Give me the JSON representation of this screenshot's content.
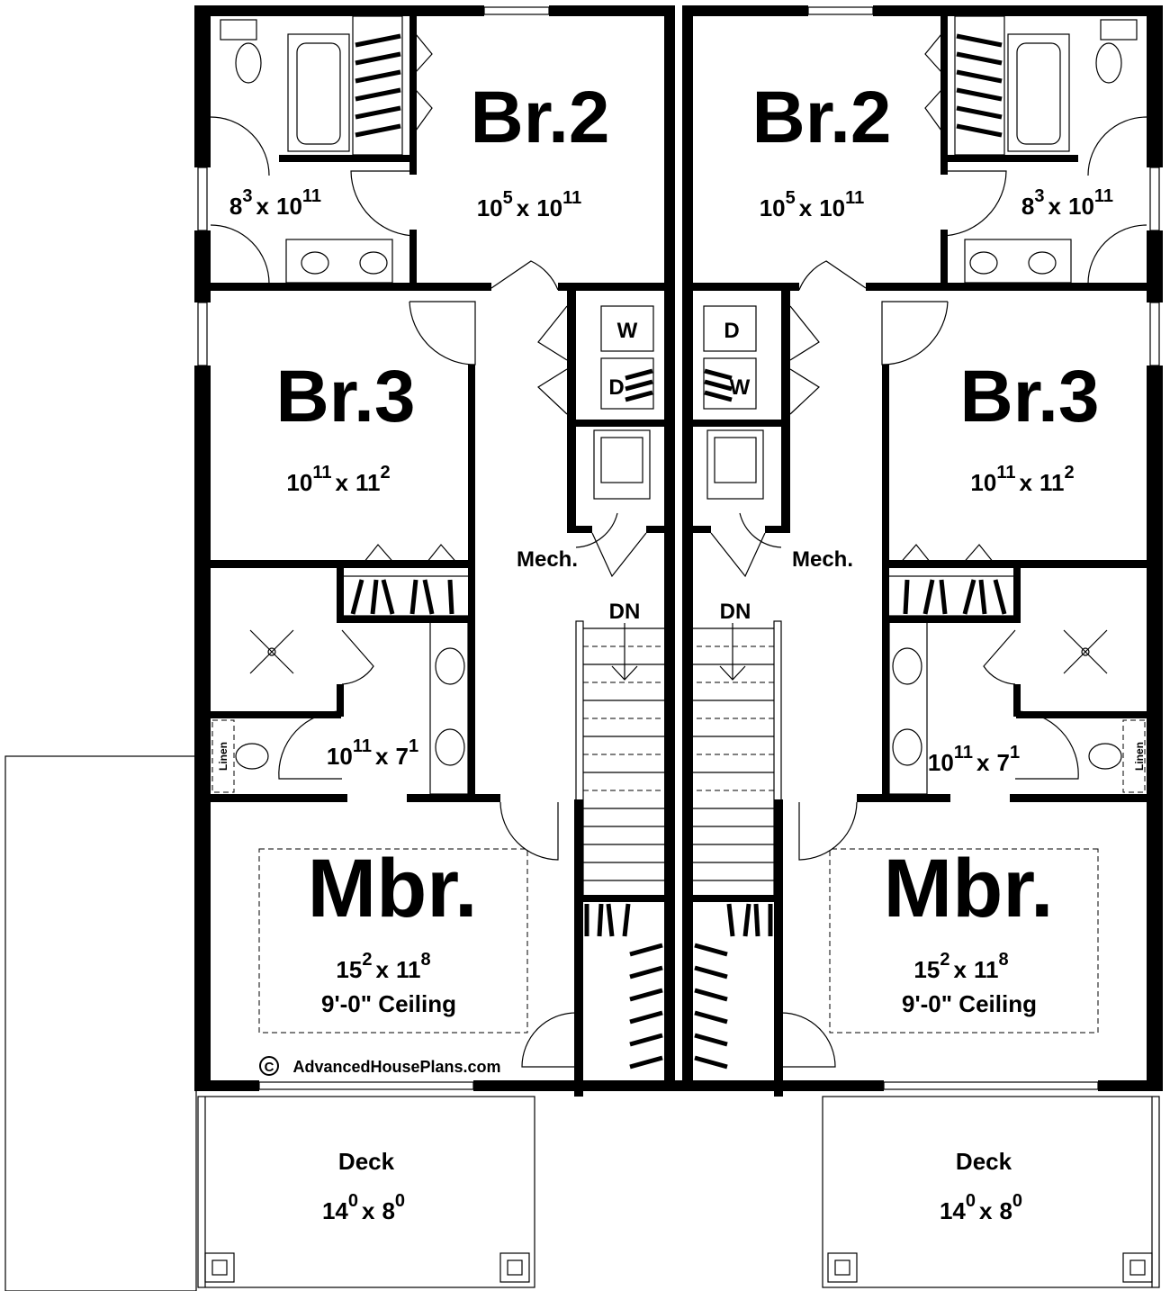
{
  "units": [
    {
      "br2": {
        "name": "Br.2",
        "dims": {
          "w": "10",
          "w_in": "5",
          "sep": "x",
          "d": "10",
          "d_in": "11"
        }
      },
      "bath_upper": {
        "dims": {
          "w": "8",
          "w_in": "3",
          "sep": "x",
          "d": "10",
          "d_in": "11"
        }
      },
      "br3": {
        "name": "Br.3",
        "dims": {
          "w": "10",
          "w_in": "11",
          "sep": "x",
          "d": "11",
          "d_in": "2"
        }
      },
      "bath_master": {
        "dims": {
          "w": "10",
          "w_in": "11",
          "sep": "x",
          "d": "7",
          "d_in": "1"
        }
      },
      "linen": "Linen",
      "washer": "W",
      "dryer": "D",
      "mech": "Mech.",
      "stairs": "DN",
      "mbr": {
        "name": "Mbr.",
        "dims": {
          "w": "15",
          "w_in": "2",
          "sep": "x",
          "d": "11",
          "d_in": "8"
        },
        "ceiling": "9'-0\" Ceiling"
      },
      "deck": {
        "name": "Deck",
        "dims": {
          "w": "14",
          "w_in": "0",
          "sep": "x",
          "d": "8",
          "d_in": "0"
        }
      }
    },
    {
      "br2": {
        "name": "Br.2",
        "dims": {
          "w": "10",
          "w_in": "5",
          "sep": "x",
          "d": "10",
          "d_in": "11"
        }
      },
      "bath_upper": {
        "dims": {
          "w": "8",
          "w_in": "3",
          "sep": "x",
          "d": "10",
          "d_in": "11"
        }
      },
      "br3": {
        "name": "Br.3",
        "dims": {
          "w": "10",
          "w_in": "11",
          "sep": "x",
          "d": "11",
          "d_in": "2"
        }
      },
      "bath_master": {
        "dims": {
          "w": "10",
          "w_in": "11",
          "sep": "x",
          "d": "7",
          "d_in": "1"
        }
      },
      "linen": "Linen",
      "washer": "W",
      "dryer": "D",
      "mech": "Mech.",
      "stairs": "DN",
      "mbr": {
        "name": "Mbr.",
        "dims": {
          "w": "15",
          "w_in": "2",
          "sep": "x",
          "d": "11",
          "d_in": "8"
        },
        "ceiling": "9'-0\" Ceiling"
      },
      "deck": {
        "name": "Deck",
        "dims": {
          "w": "14",
          "w_in": "0",
          "sep": "x",
          "d": "8",
          "d_in": "0"
        }
      }
    }
  ],
  "copyright": {
    "symbol": "C",
    "text": "AdvancedHousePlans.com"
  },
  "colors": {
    "ink": "#000000",
    "background": "#ffffff"
  }
}
